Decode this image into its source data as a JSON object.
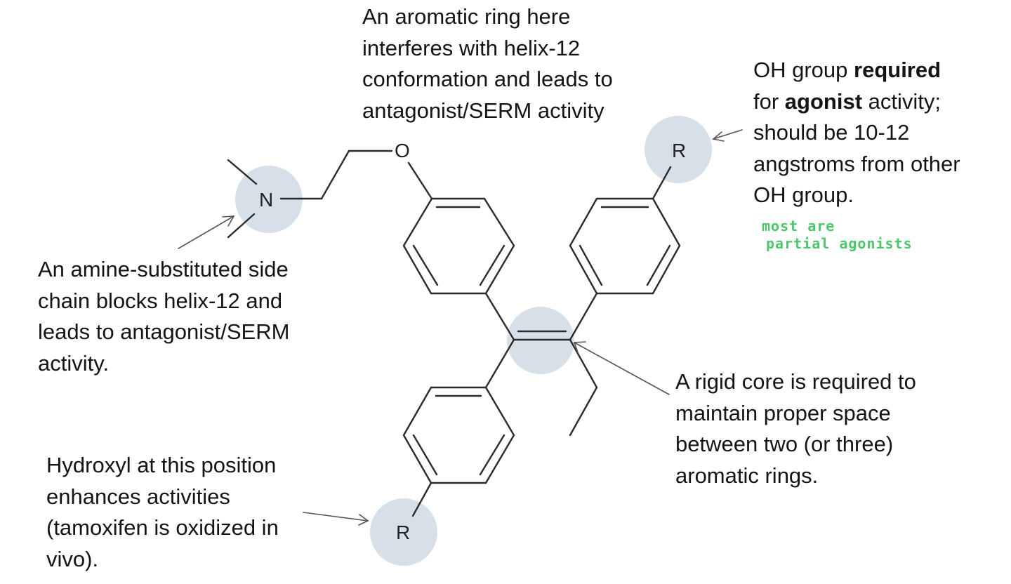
{
  "atoms": {
    "nitrogen": "N",
    "oxygen": "O",
    "r_top": "R",
    "r_bottom": "R"
  },
  "annotations": {
    "aromatic_ring": {
      "lines": [
        "An aromatic ring here",
        "interferes with helix-12",
        "conformation and leads to",
        "antagonist/SERM activity"
      ]
    },
    "oh_group": {
      "line1_pre": "OH group ",
      "line1_bold": "required",
      "line2_pre": "for ",
      "line2_bold": "agonist",
      "line2_post": " activity;",
      "line3": "should be 10-12",
      "line4": "angstroms from other",
      "line5": "OH group."
    },
    "handwritten_note": {
      "lines": [
        "most are",
        "partial agonists"
      ]
    },
    "amine_chain": {
      "lines": [
        "An amine-substituted side",
        "chain blocks helix-12 and",
        "leads to antagonist/SERM",
        "activity."
      ]
    },
    "rigid_core": {
      "lines": [
        "A rigid core is required to",
        "maintain proper space",
        "between two (or three)",
        "aromatic rings."
      ]
    },
    "hydroxyl": {
      "lines": [
        "Hydroxyl at this position",
        "enhances activities",
        "(tamoxifen is oxidized in",
        "vivo)."
      ]
    }
  },
  "colors": {
    "highlight": "#d7dfe8",
    "bond": "#2b2b2b",
    "arrow": "#555555",
    "handwriting": "#4cc76b"
  }
}
